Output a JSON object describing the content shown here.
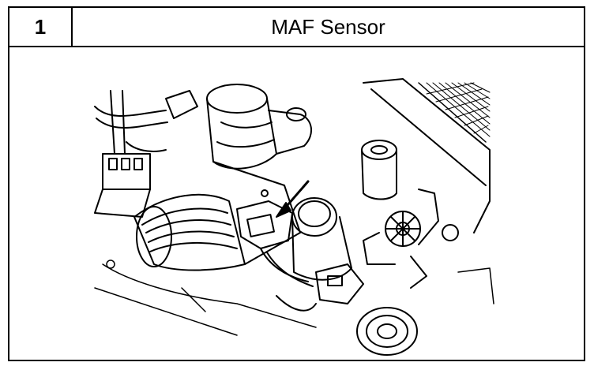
{
  "step": {
    "number": "1",
    "title": "MAF Sensor"
  },
  "illustration": {
    "subject": "engine-bay-maf-sensor-line-drawing",
    "arrow_target": "maf-sensor-connector"
  }
}
